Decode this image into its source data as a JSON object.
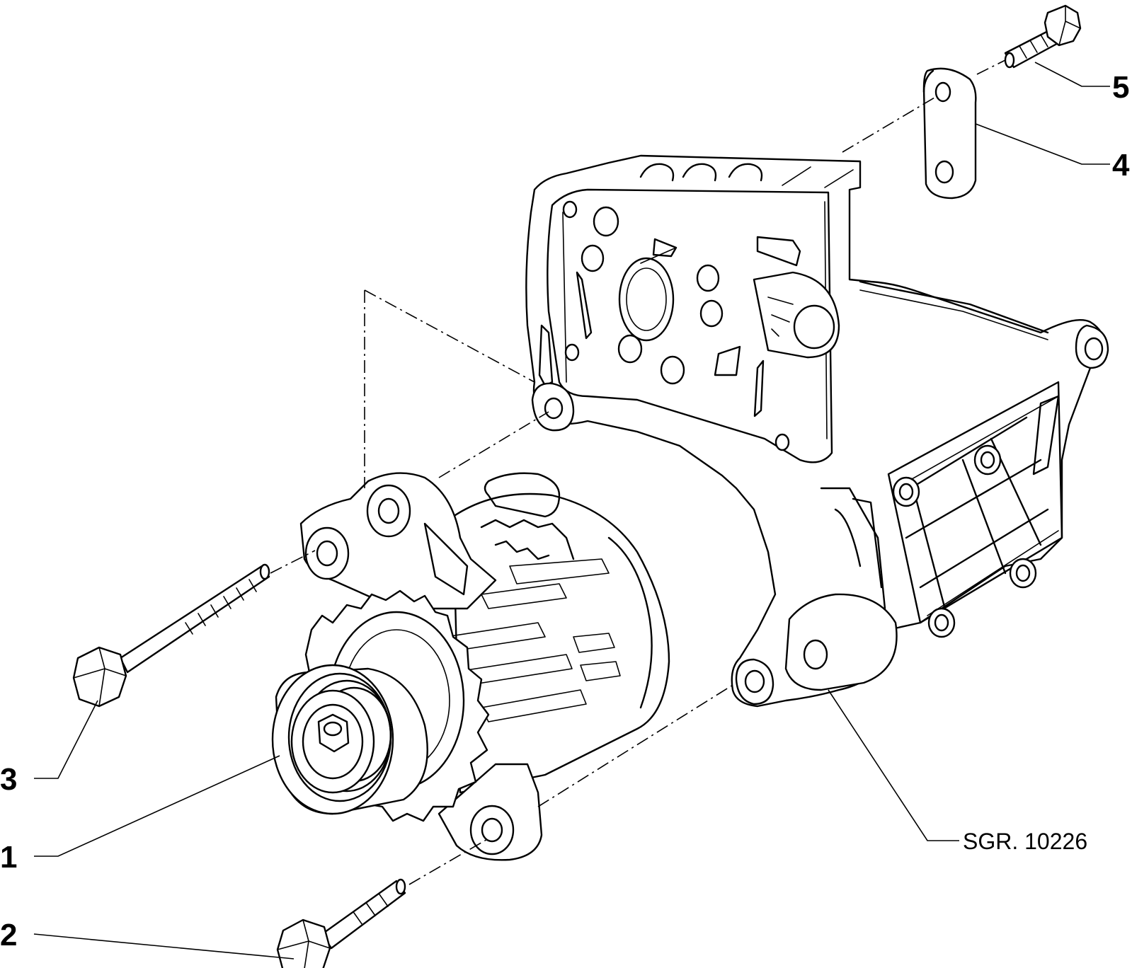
{
  "callouts": {
    "c1": "1",
    "c2": "2",
    "c3": "3",
    "c4": "4",
    "c5": "5"
  },
  "reference": "SGR. 10226",
  "colors": {
    "line": "#000000",
    "background": "#ffffff"
  },
  "parts": [
    {
      "callout": "1",
      "icon": "alternator-icon"
    },
    {
      "callout": "2",
      "icon": "short-bolt-icon"
    },
    {
      "callout": "3",
      "icon": "long-bolt-icon"
    },
    {
      "callout": "4",
      "icon": "link-plate-icon"
    },
    {
      "callout": "5",
      "icon": "screw-icon"
    },
    {
      "callout": "SGR. 10226",
      "icon": "mounting-bracket-icon"
    }
  ]
}
